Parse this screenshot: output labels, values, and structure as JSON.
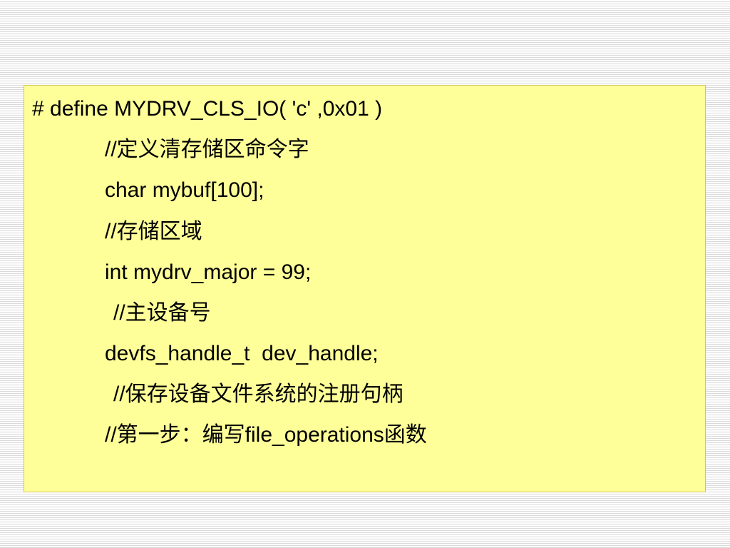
{
  "code_block": {
    "lines": [
      "# define MYDRV_CLS_IO( 'c' ,0x01 )",
      "//定义清存储区命令字",
      "char mybuf[100];",
      "//存储区域",
      "int mydrv_major = 99;",
      "//主设备号",
      "devfs_handle_t  dev_handle;",
      "//保存设备文件系统的注册句柄",
      "//第一步：编写file_operations函数"
    ],
    "background_color": "#ffff99"
  }
}
